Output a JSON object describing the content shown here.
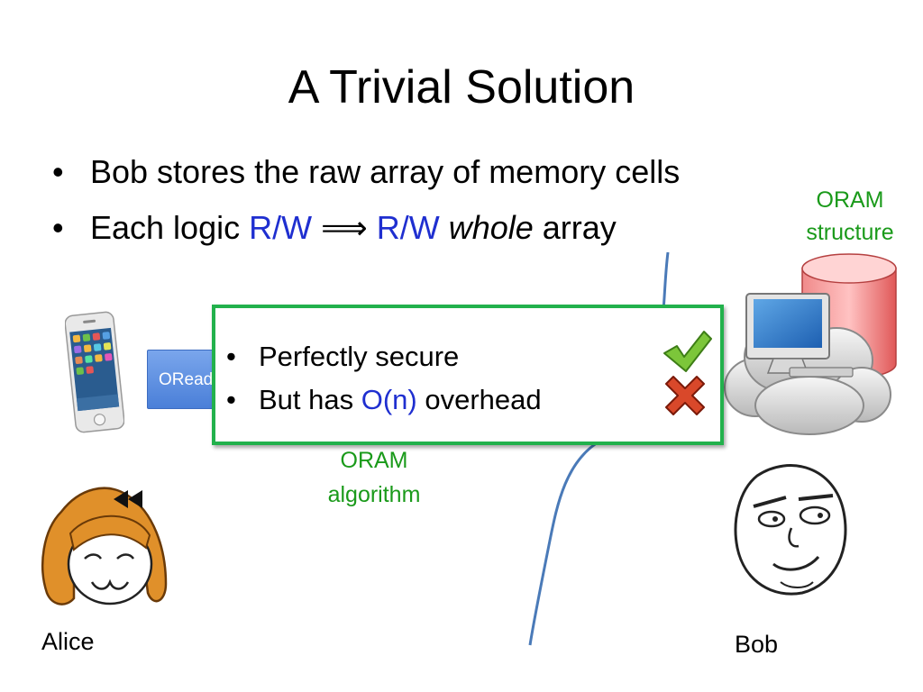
{
  "slide": {
    "title": "A Trivial Solution",
    "bullet_glyph": "•",
    "bullets": {
      "one": "Bob stores the raw array of memory cells",
      "two": {
        "prefix": "Each logic ",
        "rw1": "R/W",
        "arrow": " ⟹ ",
        "rw2": "R/W",
        "space": " ",
        "whole": "whole",
        "suffix": " array"
      }
    }
  },
  "labels": {
    "oram_structure_line1": "ORAM",
    "oram_structure_line2": "structure",
    "oram_algorithm_line1": "ORAM",
    "oram_algorithm_line2": "algorithm",
    "oread_button": "ORead",
    "alice": "Alice",
    "bob": "Bob"
  },
  "popup": {
    "item1": "Perfectly secure",
    "item2_prefix": "But has ",
    "item2_highlight": "O(n)",
    "item2_suffix": " overhead"
  },
  "icons": {
    "phone": "smartphone-icon",
    "server": "cloud-server-icon",
    "database": "database-cylinder-icon",
    "check": "check-mark-icon",
    "cross": "cross-mark-icon",
    "alice_face": "girl-rage-face-icon",
    "bob_face": "determined-rage-face-icon"
  },
  "colors": {
    "accent_blue": "#1f2fd0",
    "accent_green": "#1a9a1a",
    "popup_border": "#22b14c",
    "divider_line": "#4a7ab8"
  }
}
